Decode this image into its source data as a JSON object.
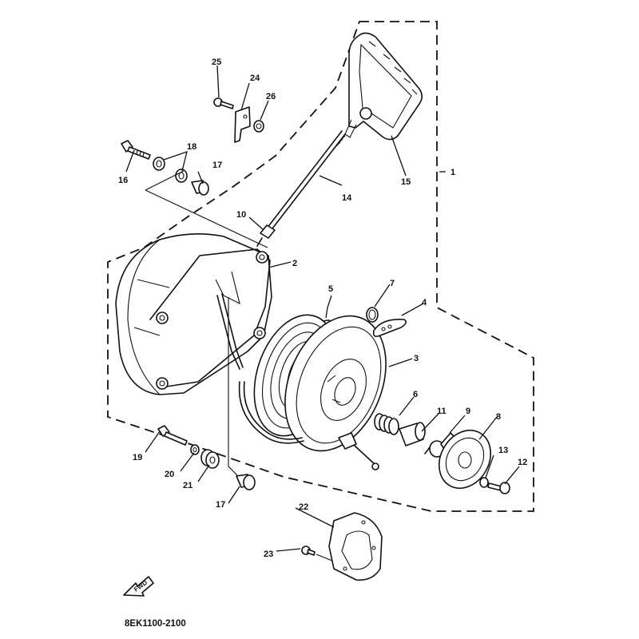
{
  "diagram": {
    "title": "Recoil starter exploded view",
    "drawing_code": "8EK1100-2100",
    "direction_marker": "FWD",
    "callouts": [
      {
        "id": "c1",
        "label": "1",
        "part": "starter-assembly"
      },
      {
        "id": "c2",
        "label": "2",
        "part": "starter-case"
      },
      {
        "id": "c3",
        "label": "3",
        "part": "sheave-drum"
      },
      {
        "id": "c4",
        "label": "4",
        "part": "pawl"
      },
      {
        "id": "c5",
        "label": "5",
        "part": "spiral-spring"
      },
      {
        "id": "c6",
        "label": "6",
        "part": "compression-spring"
      },
      {
        "id": "c7",
        "label": "7",
        "part": "pawl-spring"
      },
      {
        "id": "c8",
        "label": "8",
        "part": "drive-plate"
      },
      {
        "id": "c9",
        "label": "9",
        "part": "friction-spring"
      },
      {
        "id": "c10",
        "label": "10",
        "part": "rope-guide"
      },
      {
        "id": "c11",
        "label": "11",
        "part": "collar"
      },
      {
        "id": "c12",
        "label": "12",
        "part": "bolt"
      },
      {
        "id": "c13",
        "label": "13",
        "part": "washer"
      },
      {
        "id": "c14",
        "label": "14",
        "part": "starter-rope"
      },
      {
        "id": "c15",
        "label": "15",
        "part": "starter-handle"
      },
      {
        "id": "c16",
        "label": "16",
        "part": "bolt"
      },
      {
        "id": "c17",
        "label": "17",
        "part": "collar"
      },
      {
        "id": "c18",
        "label": "18",
        "part": "grommet"
      },
      {
        "id": "c19",
        "label": "19",
        "part": "bolt"
      },
      {
        "id": "c20",
        "label": "20",
        "part": "washer"
      },
      {
        "id": "c21",
        "label": "21",
        "part": "damper"
      },
      {
        "id": "c22",
        "label": "22",
        "part": "pulley-cover"
      },
      {
        "id": "c23",
        "label": "23",
        "part": "screw"
      },
      {
        "id": "c24",
        "label": "24",
        "part": "bracket"
      },
      {
        "id": "c25",
        "label": "25",
        "part": "bolt"
      },
      {
        "id": "c26",
        "label": "26",
        "part": "nut"
      },
      {
        "id": "c17b",
        "label": "17",
        "part": "collar"
      }
    ]
  }
}
